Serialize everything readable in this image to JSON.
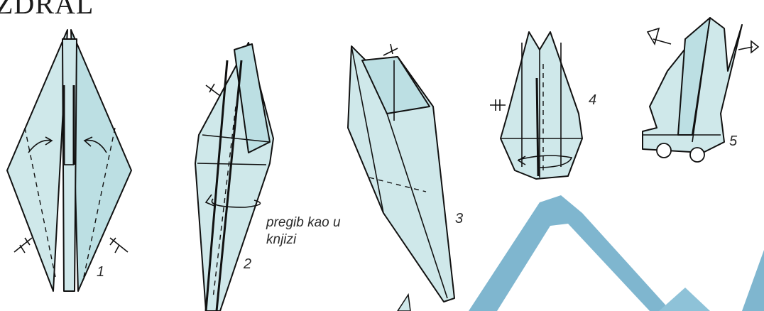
{
  "title": "ZDRAL",
  "steps": [
    {
      "num": "1"
    },
    {
      "num": "2",
      "caption_line1": "pregib kao u",
      "caption_line2": "knjizi"
    },
    {
      "num": "3"
    },
    {
      "num": "4"
    },
    {
      "num": "5"
    }
  ],
  "colors": {
    "paper": "#cfe8ea",
    "paper_shade": "#bcdfe3",
    "photo_crane": "#7fb6cf",
    "lines": "#111111"
  }
}
